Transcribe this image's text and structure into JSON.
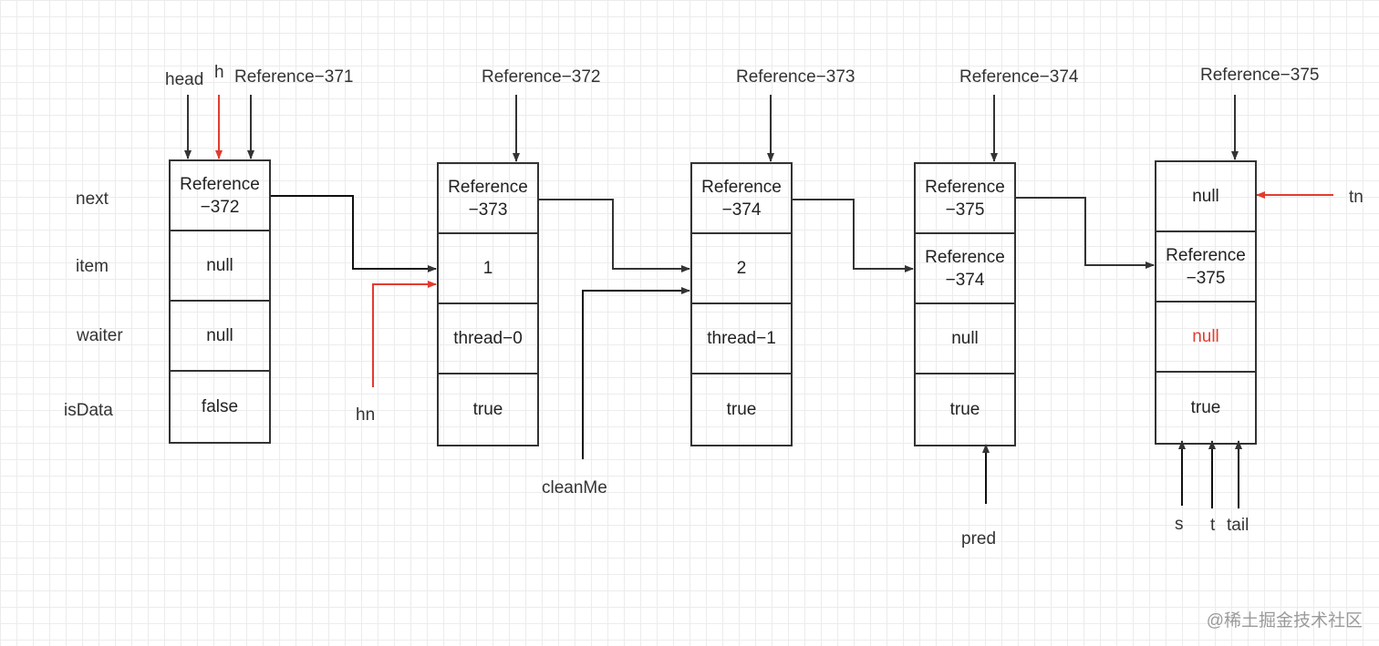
{
  "field_labels": {
    "next": "next",
    "item": "item",
    "waiter": "waiter",
    "isData": "isData"
  },
  "references": [
    "Reference−371",
    "Reference−372",
    "Reference−373",
    "Reference−374",
    "Reference−375"
  ],
  "nodes": [
    {
      "next": "Reference−372",
      "item": "null",
      "waiter": "null",
      "isData": "false"
    },
    {
      "next": "Reference−373",
      "item": "1",
      "waiter": "thread−0",
      "isData": "true"
    },
    {
      "next": "Reference−374",
      "item": "2",
      "waiter": "thread−1",
      "isData": "true"
    },
    {
      "next": "Reference−375",
      "item": "Reference−374",
      "waiter": "null",
      "isData": "true"
    },
    {
      "next": "null",
      "item": "Reference−375",
      "waiter": "null",
      "isData": "true"
    }
  ],
  "pointers": {
    "head": "head",
    "h": "h",
    "hn": "hn",
    "cleanMe": "cleanMe",
    "pred": "pred",
    "tn": "tn",
    "s": "s",
    "t": "t",
    "tail": "tail"
  },
  "colors": {
    "line": "#333333",
    "highlight": "#e33b2e"
  },
  "watermark": "@稀土掘金技术社区"
}
